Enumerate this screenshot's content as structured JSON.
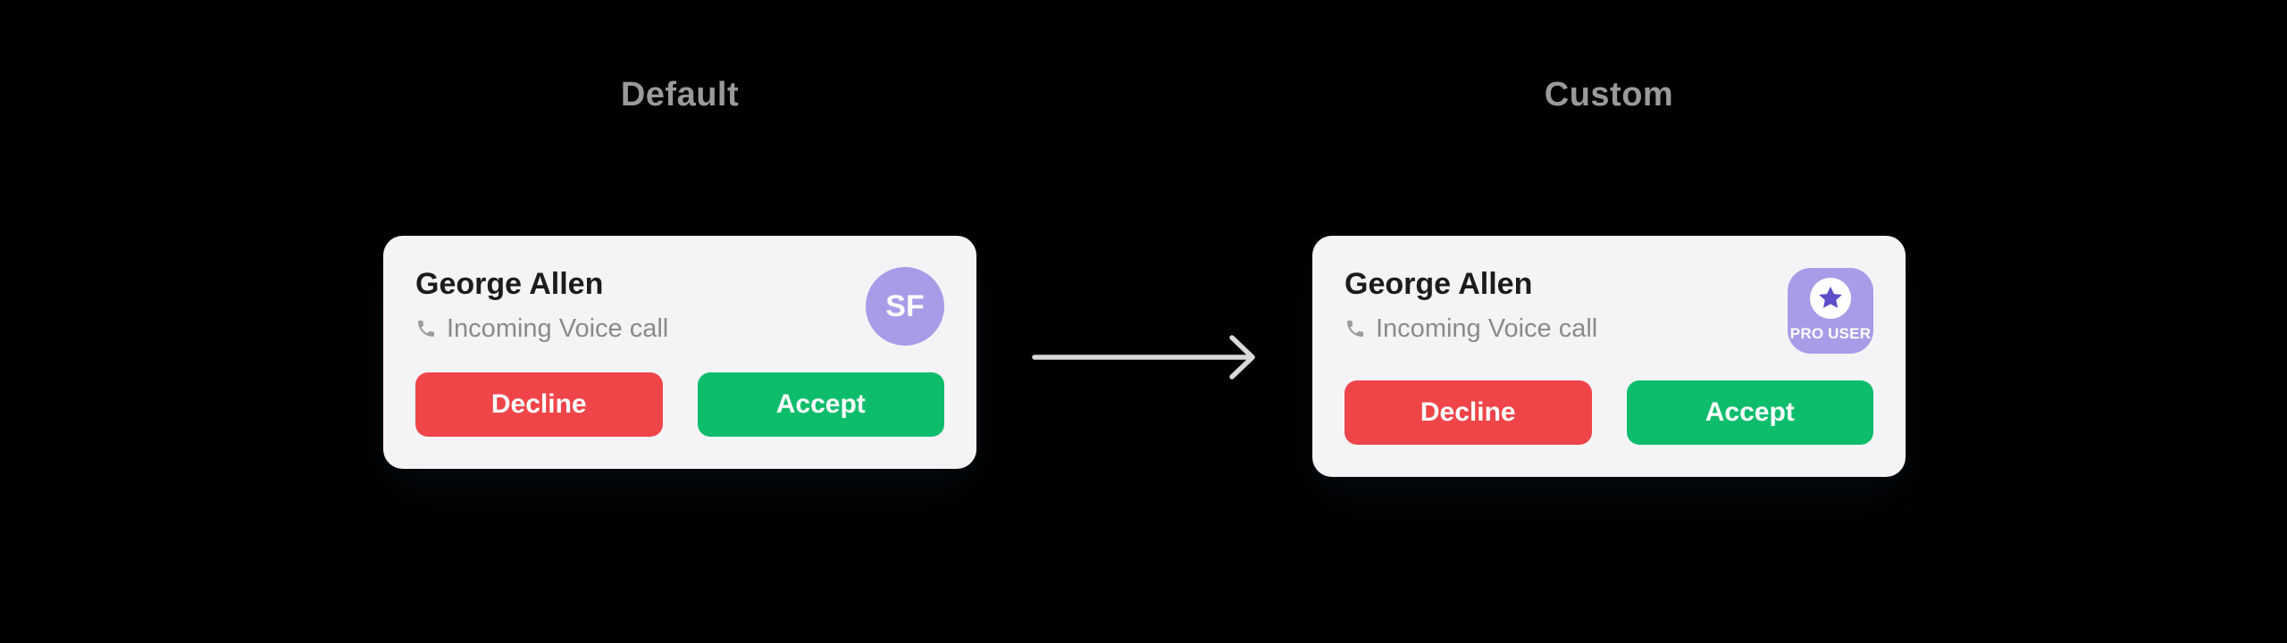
{
  "colors": {
    "background": "#000000",
    "heading_text": "#9A9A9A",
    "card_background": "#F4F4F6",
    "caller_name_text": "#1C1C1E",
    "call_status_text": "#8A8A8A",
    "phone_icon": "#9B9B9B",
    "decline_button": "#EF4549",
    "accept_button": "#0EBD6C",
    "button_text": "#FFFFFF",
    "avatar_background": "#A89CE8",
    "badge_background": "#A89CE8",
    "badge_circle": "#FFFFFF",
    "badge_star": "#5B4EC8",
    "arrow": "#D9D9D9"
  },
  "sections": [
    {
      "heading": "Default",
      "card": {
        "caller_name": "George Allen",
        "call_status": "Incoming Voice call",
        "status_icon": "phone-icon",
        "avatar_initials": "SF",
        "buttons": {
          "decline": "Decline",
          "accept": "Accept"
        }
      }
    },
    {
      "heading": "Custom",
      "card": {
        "caller_name": "George Allen",
        "call_status": "Incoming Voice call",
        "status_icon": "phone-icon",
        "badge": {
          "icon": "star-icon",
          "label": "PRO USER"
        },
        "buttons": {
          "decline": "Decline",
          "accept": "Accept"
        }
      }
    }
  ],
  "arrow": {
    "icon": "arrow-right-icon"
  }
}
